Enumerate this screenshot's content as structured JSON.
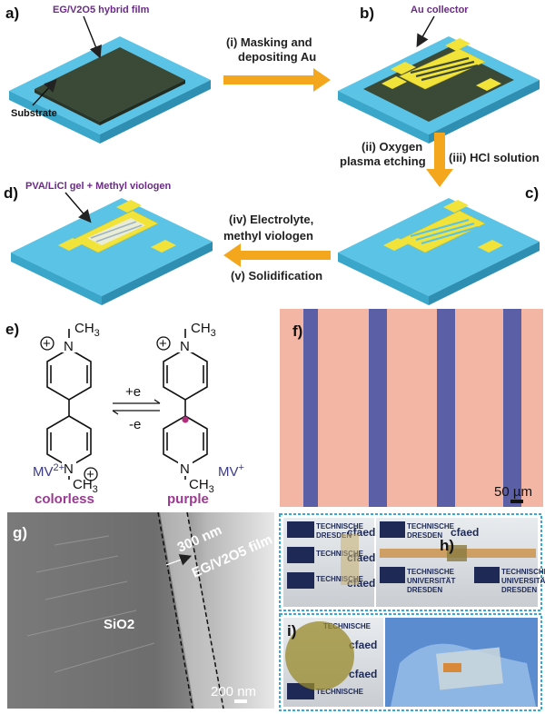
{
  "panels": {
    "a": {
      "label": "a)",
      "film_label": "EG/V2O5 hybrid film",
      "substrate_label": "Substrate"
    },
    "b": {
      "label": "b)",
      "collector_label": "Au collector"
    },
    "c": {
      "label": "c)"
    },
    "d": {
      "label": "d)",
      "gel_label": "PVA/LiCl gel  + Methyl viologen"
    },
    "e": {
      "label": "e)",
      "forward": "+e",
      "reverse": "-e",
      "left_species": "MV",
      "left_charge": "2+",
      "right_species": "MV",
      "right_charge": "+",
      "left_color": "colorless",
      "right_color": "purple",
      "methyl": "CH",
      "methyl_sub": "3",
      "nitrogen": "N",
      "plus": "+"
    },
    "f": {
      "label": "f)",
      "scale": "50 µm"
    },
    "g": {
      "label": "g)",
      "thickness": "300 nm",
      "film": "EG/V2O5 film",
      "substrate": "SiO2",
      "scale": "200 nm"
    },
    "h": {
      "label": "h)"
    },
    "i": {
      "label": "i)"
    }
  },
  "steps": {
    "s1a": "(i) Masking and",
    "s1b": "depositing Au",
    "s2a": "(ii) Oxygen",
    "s2b": "plasma etching",
    "s3": "(iii) HCl solution",
    "s4a": "(iv) Electrolyte,",
    "s4b": "methyl viologen",
    "s5": "(v) Solidification"
  },
  "logo": {
    "line1": "TECHNISCHE",
    "line2": "UNIVERSITÄT",
    "line3": "DRESDEN",
    "brand": "cfaed"
  },
  "colors": {
    "substrate": "#5bc4e6",
    "film": "#3b4a36",
    "gold": "#f2e33a",
    "arrow": "#f4a71d",
    "purple": "#6a2a86",
    "stripe_pink": "#f3b6a5",
    "stripe_blue": "#5b5fa6"
  }
}
